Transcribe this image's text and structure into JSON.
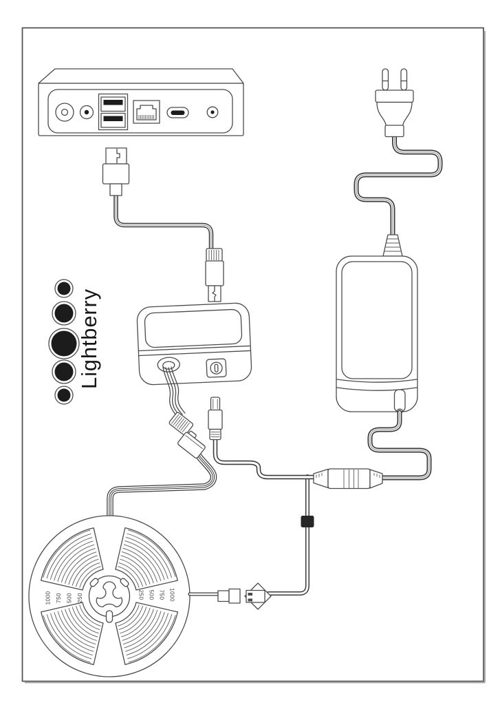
{
  "diagram": {
    "brand": {
      "logo_text": "Lightberry"
    },
    "reel_markings": {
      "left": [
        "1000",
        "750",
        "500",
        "250"
      ],
      "right": [
        "250",
        "500",
        "750",
        "1000"
      ]
    },
    "parts": [
      "media-player-rear-panel",
      "usb-cable",
      "eu-power-plug",
      "power-supply-brick",
      "lightberry-converter",
      "dc-barrel-plug",
      "inline-dc-coupler",
      "four-pin-connector-pair",
      "led-strip-reel",
      "two-pin-strip-connector-pair"
    ],
    "colors": {
      "outline": "#4a4a4a",
      "cable": "#3a3a3a",
      "black_fill": "#1c1c1c",
      "background": "#ffffff"
    }
  }
}
